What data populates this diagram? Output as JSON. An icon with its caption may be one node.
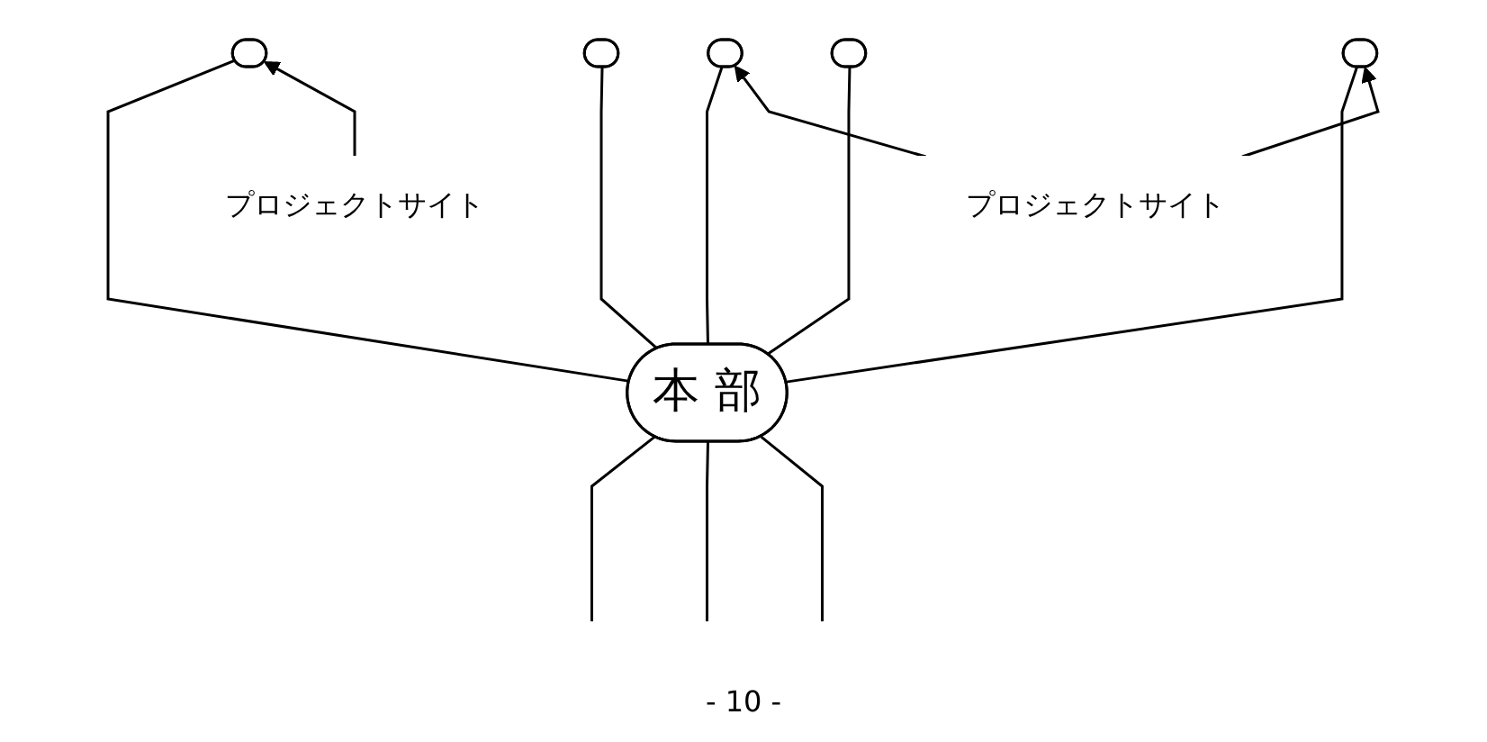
{
  "diagram": {
    "nodes": [
      {
        "text": [],
        "shape": "ellipse"
      },
      {
        "text": [],
        "shape": "ellipse"
      },
      {
        "text": [],
        "shape": "ellipse"
      },
      {
        "text": [
          "プロジェクトサイト"
        ]
      },
      {
        "text": [
          "プロジェクトサイト"
        ]
      },
      {
        "text": [],
        "shape": "ellipse"
      },
      {
        "text": [
          "本 部"
        ]
      },
      {
        "text": [],
        "shape": "ellipse"
      }
    ],
    "edges": [
      {
        "from": 6,
        "to": 0,
        "arrow": "none"
      },
      {
        "from": 6,
        "to": 1,
        "arrow": "none"
      },
      {
        "from": 6,
        "to": 2,
        "arrow": "none"
      },
      {
        "from": 6,
        "to": 5,
        "arrow": "none"
      },
      {
        "from": 6,
        "to": 7,
        "arrow": "none"
      },
      {
        "from": 3,
        "to": 0,
        "arrow": "to"
      },
      {
        "from": 4,
        "to": 2,
        "arrow": "to"
      },
      {
        "from": 4,
        "to": 7,
        "arrow": "to"
      },
      {
        "from": 6,
        "to": null,
        "arrow": "none"
      },
      {
        "from": 6,
        "to": null,
        "arrow": "none"
      },
      {
        "from": 6,
        "to": null,
        "arrow": "none"
      }
    ],
    "labels": [
      "- 10 -"
    ]
  }
}
